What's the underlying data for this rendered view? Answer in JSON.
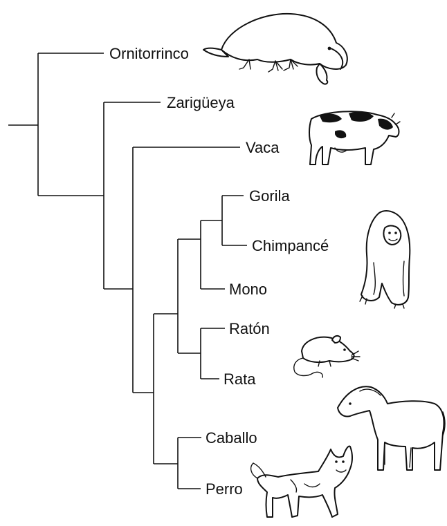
{
  "tree": {
    "leaves": [
      {
        "key": "ornitorrinco",
        "label": "Ornitorrinco"
      },
      {
        "key": "zarigueya",
        "label": "Zarigüeya"
      },
      {
        "key": "vaca",
        "label": "Vaca"
      },
      {
        "key": "gorila",
        "label": "Gorila"
      },
      {
        "key": "chimpance",
        "label": "Chimpancé"
      },
      {
        "key": "mono",
        "label": "Mono"
      },
      {
        "key": "raton",
        "label": "Ratón"
      },
      {
        "key": "rata",
        "label": "Rata"
      },
      {
        "key": "caballo",
        "label": "Caballo"
      },
      {
        "key": "perro",
        "label": "Perro"
      }
    ]
  },
  "illustrations": [
    {
      "icon": "platypus-icon"
    },
    {
      "icon": "cow-icon"
    },
    {
      "icon": "chimpanzee-icon"
    },
    {
      "icon": "rat-icon"
    },
    {
      "icon": "horse-icon"
    },
    {
      "icon": "dog-icon"
    }
  ]
}
